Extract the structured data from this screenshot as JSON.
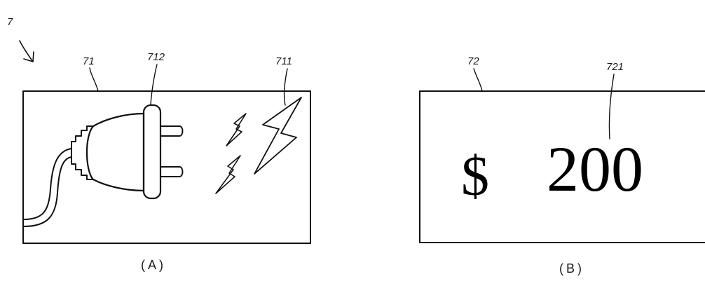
{
  "figure": {
    "assembly_ref": "7",
    "panel_a": {
      "card_ref": "71",
      "plug_ref": "712",
      "spark_ref": "711",
      "caption": "(A)"
    },
    "panel_b": {
      "card_ref": "72",
      "amount_ref": "721",
      "currency_symbol": "$",
      "amount_value": "200",
      "caption": "(B)"
    }
  }
}
